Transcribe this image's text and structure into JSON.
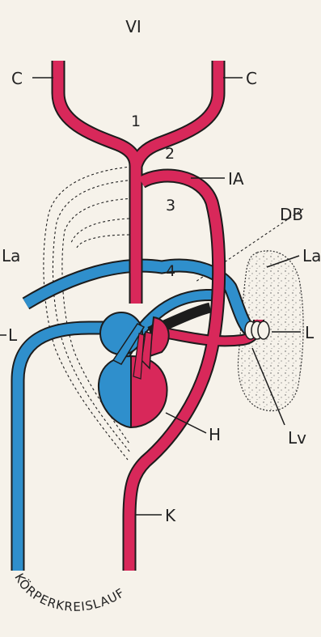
{
  "title": "VI",
  "labels": {
    "C_left": "C",
    "C_right": "C",
    "IA": "IA",
    "DB": "DB",
    "La_left": "La",
    "La_right": "La",
    "L_left": "L",
    "L_right": "L",
    "H": "H",
    "Lv": "Lv",
    "K": "K"
  },
  "numbers": [
    "1",
    "2",
    "3",
    "4"
  ],
  "circuit_label": "KÖRPERKREISLAUF",
  "colors": {
    "arterial": "#d8285a",
    "venous": "#2f8fcc",
    "outline": "#1c1c1c",
    "lung_fill": "#efe9dd",
    "background": "#f6f2ea"
  },
  "icons": [
    "heart-icon",
    "lung-icon"
  ]
}
